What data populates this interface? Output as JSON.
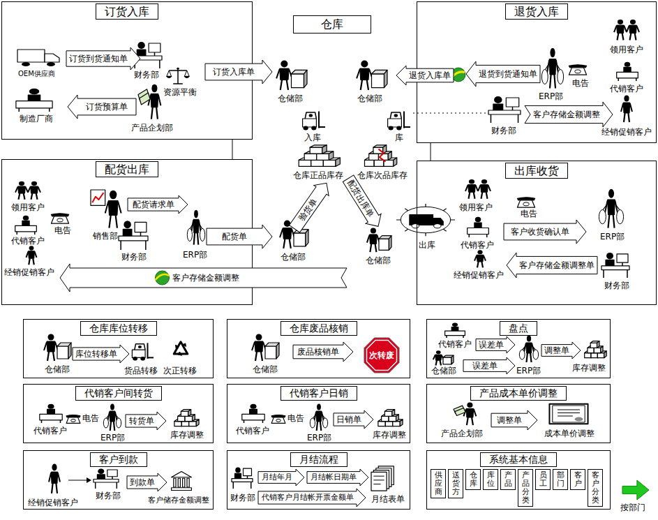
{
  "diagram": {
    "nodes": [
      {
        "text": [
          "订货入库"
        ]
      },
      {
        "text": [
          "订货到货通知单"
        ],
        "in": 0
      },
      {
        "text": [
          "订货预算单"
        ],
        "in": 0
      },
      {
        "text": [
          "仓库"
        ]
      },
      {
        "text": [
          "订货入库单"
        ]
      },
      {
        "text": [
          "退货入库单"
        ]
      },
      {
        "text": [
          "退货入库"
        ]
      },
      {
        "text": [
          "退货到货通知单"
        ],
        "in": 6
      },
      {
        "text": [
          "客户存储金额调整"
        ],
        "in": 6
      },
      {
        "text": [
          "验货单"
        ]
      },
      {
        "text": [
          "配货出库单"
        ]
      },
      {
        "text": [
          "配货出库"
        ]
      },
      {
        "text": [
          "配货请求单"
        ],
        "in": 11
      },
      {
        "text": [
          "配货单"
        ]
      },
      {
        "text": [
          "客户存储金额调整"
        ]
      },
      {
        "text": [
          "出库收货"
        ]
      },
      {
        "text": [
          "客户收货确认单"
        ],
        "in": 15
      },
      {
        "text": [
          "客户存储金额调整单"
        ],
        "in": 15
      },
      {
        "text": [
          "仓库库位转移"
        ]
      },
      {
        "text": [
          "库位转移单"
        ],
        "in": 18
      },
      {
        "text": [
          "仓库废品核销"
        ]
      },
      {
        "text": [
          "废品核销单"
        ],
        "in": 20
      },
      {
        "text": [
          "次转废"
        ],
        "in": 20
      },
      {
        "text": [
          "盘点"
        ]
      },
      {
        "text": [
          "误差单"
        ],
        "in": 23
      },
      {
        "text": [
          "误差单"
        ],
        "in": 23
      },
      {
        "text": [
          "调整单"
        ],
        "in": 23
      },
      {
        "text": [
          "代销客户间转货"
        ]
      },
      {
        "text": [
          "转货单"
        ],
        "in": 27
      },
      {
        "text": [
          "代销客户日销"
        ]
      },
      {
        "text": [
          "日销单"
        ],
        "in": 29
      },
      {
        "text": [
          "产品成本单价调整"
        ]
      },
      {
        "text": [
          "调整单"
        ],
        "in": 31
      },
      {
        "text": [
          "客户到款"
        ]
      },
      {
        "text": [
          "到款单"
        ],
        "in": 33
      },
      {
        "text": [
          "月结流程"
        ]
      },
      {
        "text": [
          "月结帐日期单"
        ],
        "in": 35
      },
      {
        "text": [
          "月结年月"
        ],
        "in": 35
      },
      {
        "text": [
          "代销客户月结帐开票金额单"
        ],
        "in": 35
      },
      {
        "text": [
          "系统基本信息"
        ]
      },
      {
        "text": [
          "供应商"
        ],
        "in": 39
      },
      {
        "text": [
          "送货方"
        ],
        "in": 39
      },
      {
        "text": [
          "仓库"
        ],
        "in": 39
      },
      {
        "text": [
          "库位"
        ],
        "in": 39
      },
      {
        "text": [
          "产品"
        ],
        "in": 39
      },
      {
        "text": [
          "产品分类"
        ],
        "in": 39
      },
      {
        "text": [
          "员工"
        ],
        "in": 39
      },
      {
        "text": [
          "部门"
        ],
        "in": 39
      },
      {
        "text": [
          "客户"
        ],
        "in": 39
      },
      {
        "text": [
          "客户分类"
        ],
        "in": 39
      }
    ],
    "edges": [
      {
        "from": 0,
        "to": 11,
        "arrow": "none"
      },
      {
        "from": 6,
        "to": 15,
        "arrow": "none"
      }
    ],
    "labels": [
      "OEM供应商",
      "财务部",
      "资源平衡",
      "制造厂商",
      "产品企划部",
      "仓储部",
      "仓储部",
      "入库",
      "库",
      "仓库正品库存",
      "仓库次品库存",
      "仓储部",
      "仓储部",
      "出库",
      "领用客户",
      "电告",
      "ERP部",
      "代销客户",
      "财务部",
      "经销促销客户",
      "领用客户",
      "电告",
      "销售部",
      "代销客户",
      "财务部",
      "ERP部",
      "经销促销客户",
      "领用客户",
      "电告",
      "ERP部",
      "代销客户",
      "经销促销客户",
      "财务部",
      "仓储部",
      "货品转移",
      "次正转移",
      "仓储部",
      "代销客户",
      "仓储部",
      "ERP部",
      "库存调整",
      "代销客户",
      "电告",
      "ERP部",
      "库存调整",
      "代销客户",
      "电告",
      "ERP部",
      "库存调整",
      "产品企划部",
      "成本单价调整",
      "经销促销客户",
      "财务部",
      "客户储存金额调整",
      "财务部",
      "月结表单",
      "按部门"
    ]
  }
}
